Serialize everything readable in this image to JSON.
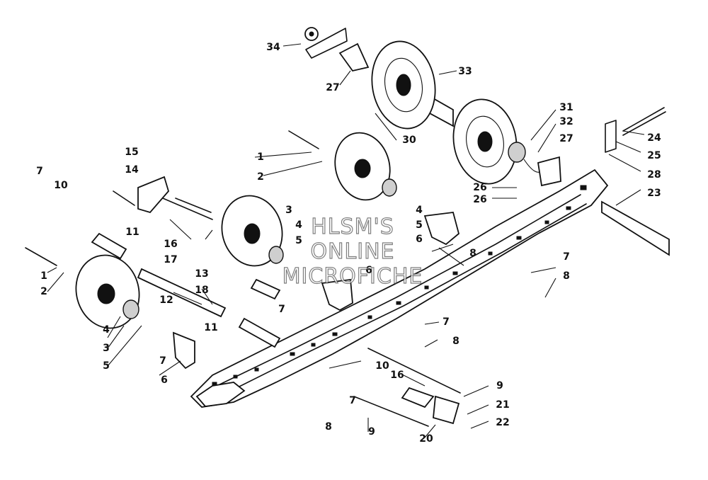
{
  "watermark": {
    "line1": "HLSM'S",
    "line2": "ONLINE",
    "line3": "MICROFICHE"
  },
  "callouts": [
    "34",
    "27",
    "33",
    "30",
    "31",
    "32",
    "27",
    "24",
    "25",
    "28",
    "23",
    "26",
    "26",
    "1",
    "2",
    "15",
    "14",
    "7",
    "10",
    "3",
    "4",
    "5",
    "6",
    "8",
    "16",
    "17",
    "11",
    "13",
    "18",
    "12",
    "1",
    "2",
    "4",
    "3",
    "5",
    "11",
    "7",
    "7",
    "8",
    "7",
    "6",
    "10",
    "16",
    "9",
    "21",
    "22",
    "7",
    "8",
    "9",
    "20",
    "5",
    "6",
    "7",
    "8",
    "4"
  ]
}
